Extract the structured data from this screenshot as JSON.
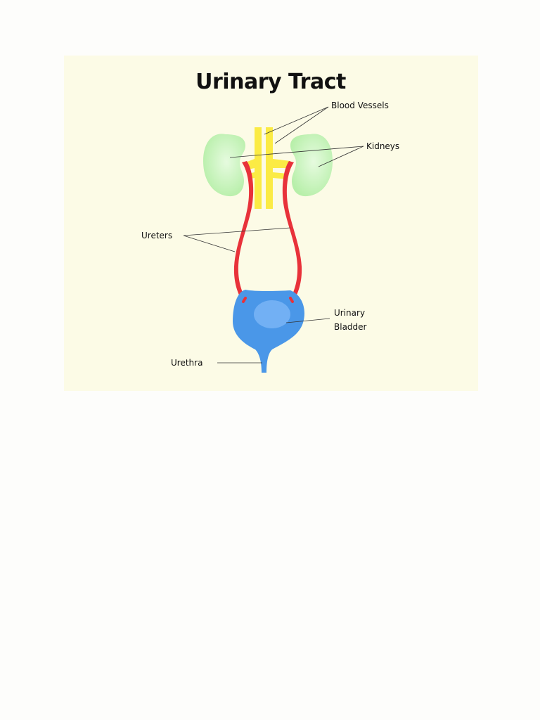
{
  "diagram": {
    "title": "Urinary Tract",
    "labels": {
      "blood_vessels": "Blood Vessels",
      "kidneys": "Kidneys",
      "ureters": "Ureters",
      "bladder_line1": "Urinary",
      "bladder_line2": "Bladder",
      "urethra": "Urethra"
    }
  },
  "colors": {
    "background": "#fcfbe6",
    "kidney": "#b7efa9",
    "kidney_highlight": "#e6fbdf",
    "blood_vessel": "#fbeb44",
    "ureter": "#e8323a",
    "bladder": "#4a97e8",
    "bladder_highlight": "#8ec2fb",
    "leader_line": "#333333",
    "text": "#111111"
  }
}
